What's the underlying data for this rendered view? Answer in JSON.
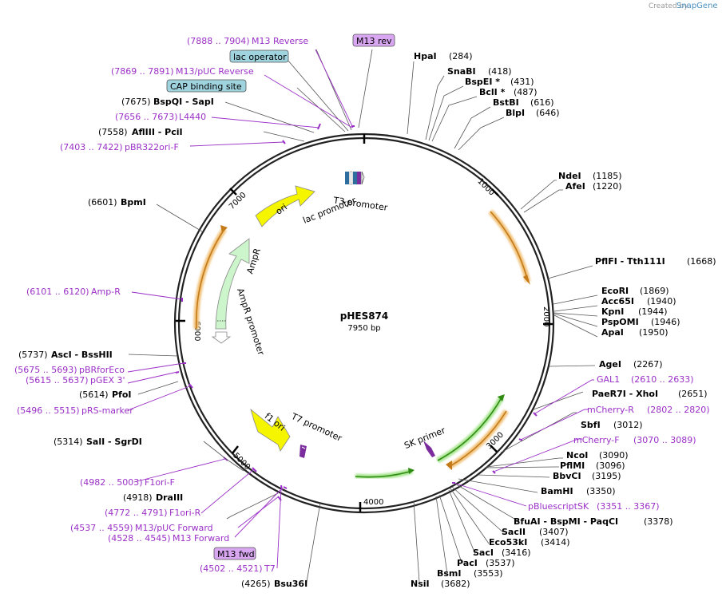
{
  "header": {
    "created_by": "Created by",
    "brand": "SnapGene"
  },
  "plasmid": {
    "name": "pHES874",
    "size": "7950 bp"
  },
  "tick_labels": [
    "1000",
    "2000",
    "3000",
    "4000",
    "5000",
    "6000",
    "7000"
  ],
  "enzymes_right": [
    {
      "name": "HpaI",
      "pos": "(284)"
    },
    {
      "name": "SnaBI",
      "pos": "(418)"
    },
    {
      "name": "BspEI *",
      "pos": "(431)"
    },
    {
      "name": "BclI *",
      "pos": "(487)"
    },
    {
      "name": "BstBI",
      "pos": "(616)"
    },
    {
      "name": "BlpI",
      "pos": "(646)"
    },
    {
      "name": "NdeI",
      "pos": "(1185)"
    },
    {
      "name": "AfeI",
      "pos": "(1220)"
    },
    {
      "name": "PflFI - Tth111I",
      "pos": "(1668)"
    },
    {
      "name": "EcoRI",
      "pos": "(1869)"
    },
    {
      "name": "Acc65I",
      "pos": "(1940)"
    },
    {
      "name": "KpnI",
      "pos": "(1944)"
    },
    {
      "name": "PspOMI",
      "pos": "(1946)"
    },
    {
      "name": "ApaI",
      "pos": "(1950)"
    },
    {
      "name": "AgeI",
      "pos": "(2267)"
    },
    {
      "name": "PaeR7I - XhoI",
      "pos": "(2651)"
    },
    {
      "name": "SbfI",
      "pos": "(3012)"
    },
    {
      "name": "NcoI",
      "pos": "(3090)"
    },
    {
      "name": "PflMI",
      "pos": "(3096)"
    },
    {
      "name": "BbvCI",
      "pos": "(3195)"
    },
    {
      "name": "BamHI",
      "pos": "(3350)"
    },
    {
      "name": "BfuAI - BspMI - PaqCI",
      "pos": "(3378)"
    },
    {
      "name": "SacII",
      "pos": "(3407)"
    },
    {
      "name": "Eco53kI",
      "pos": "(3414)"
    },
    {
      "name": "SacI",
      "pos": "(3416)"
    },
    {
      "name": "PacI",
      "pos": "(3537)"
    },
    {
      "name": "BsmI",
      "pos": "(3553)"
    },
    {
      "name": "NsiI",
      "pos": "(3682)"
    }
  ],
  "enzymes_left": [
    {
      "name": "BspQI - SapI",
      "pos": "(7675)"
    },
    {
      "name": "AflIII - PciI",
      "pos": "(7558)"
    },
    {
      "name": "BpmI",
      "pos": "(6601)"
    },
    {
      "name": "AscI - BssHII",
      "pos": "(5737)"
    },
    {
      "name": "PfoI",
      "pos": "(5614)"
    },
    {
      "name": "SalI - SgrDI",
      "pos": "(5314)"
    },
    {
      "name": "DraIII",
      "pos": "(4918)"
    },
    {
      "name": "Bsu36I",
      "pos": "(4265)"
    }
  ],
  "features_right": [
    {
      "name": "GAL1",
      "range": "(2610 .. 2633)"
    },
    {
      "name": "mCherry-R",
      "range": "(2802 .. 2820)"
    },
    {
      "name": "mCherry-F",
      "range": "(3070 .. 3089)"
    },
    {
      "name": "pBluescriptSK",
      "range": "(3351 .. 3367)"
    }
  ],
  "features_left": [
    {
      "name": "M13 Reverse",
      "range": "(7888 .. 7904)"
    },
    {
      "name": "M13/pUC Reverse",
      "range": "(7869 .. 7891)"
    },
    {
      "name": "L4440",
      "range": "(7656 .. 7673)"
    },
    {
      "name": "pBR322ori-F",
      "range": "(7403 .. 7422)"
    },
    {
      "name": "Amp-R",
      "range": "(6101 .. 6120)"
    },
    {
      "name": "pBRforEco",
      "range": "(5675 .. 5693)"
    },
    {
      "name": "pGEX 3'",
      "range": "(5615 .. 5637)"
    },
    {
      "name": "pRS-marker",
      "range": "(5496 .. 5515)"
    },
    {
      "name": "F1ori-F",
      "range": "(4982 .. 5003)"
    },
    {
      "name": "F1ori-R",
      "range": "(4772 .. 4791)"
    },
    {
      "name": "M13/pUC Forward",
      "range": "(4537 .. 4559)"
    },
    {
      "name": "M13 Forward",
      "range": "(4528 .. 4545)"
    },
    {
      "name": "T7",
      "range": "(4502 .. 4521)"
    }
  ],
  "boxes": {
    "m13_rev": "M13 rev",
    "lac_operator": "lac operator",
    "cap_binding_site": "CAP binding site",
    "m13_fwd": "M13 fwd"
  },
  "arrow_labels": {
    "ori": "ori",
    "ampr": "AmpR",
    "ampr_promoter": "AmpR promoter",
    "lac_promoter": "lac promoter",
    "t3_promoter": "T3 promoter",
    "t7_promoter": "T7 promoter",
    "f1_ori": "f1 ori",
    "sk_primer": "SK primer"
  },
  "colors": {
    "feature_purple": "#9b30c7",
    "ori_yellow": "#f5f500",
    "ampr_green": "#ccf5cc",
    "orange_arc": "#e8a33c",
    "green_arc": "#4caf1f",
    "box_teal": "#9fd3de",
    "box_purple": "#d9a7f2"
  }
}
